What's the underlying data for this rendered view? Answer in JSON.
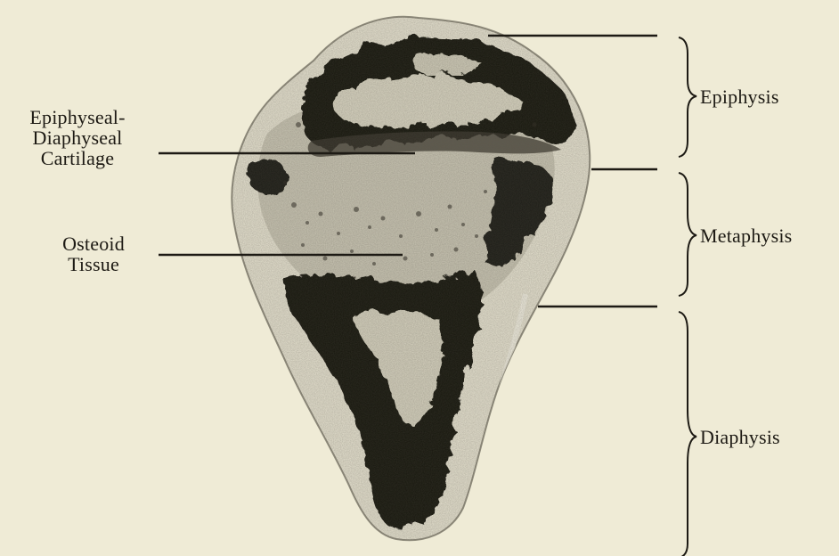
{
  "labels": {
    "left": [
      {
        "id": "growth-plate",
        "lines": [
          "Epiphyseal-",
          "Diaphyseal",
          "Cartilage"
        ]
      },
      {
        "id": "osteoid",
        "lines": [
          "Osteoid",
          "Tissue"
        ]
      }
    ],
    "right": [
      {
        "id": "epiphysis",
        "text": "Epiphysis"
      },
      {
        "id": "metaphysis",
        "text": "Metaphysis"
      },
      {
        "id": "diaphysis",
        "text": "Diaphysis"
      }
    ]
  },
  "colors": {
    "paper": "#efebd6",
    "ink": "#1d1a14",
    "bone_light": "#e6e2d0",
    "bone_mid": "#b8b4a2",
    "marrow_dark": "#14120e"
  }
}
